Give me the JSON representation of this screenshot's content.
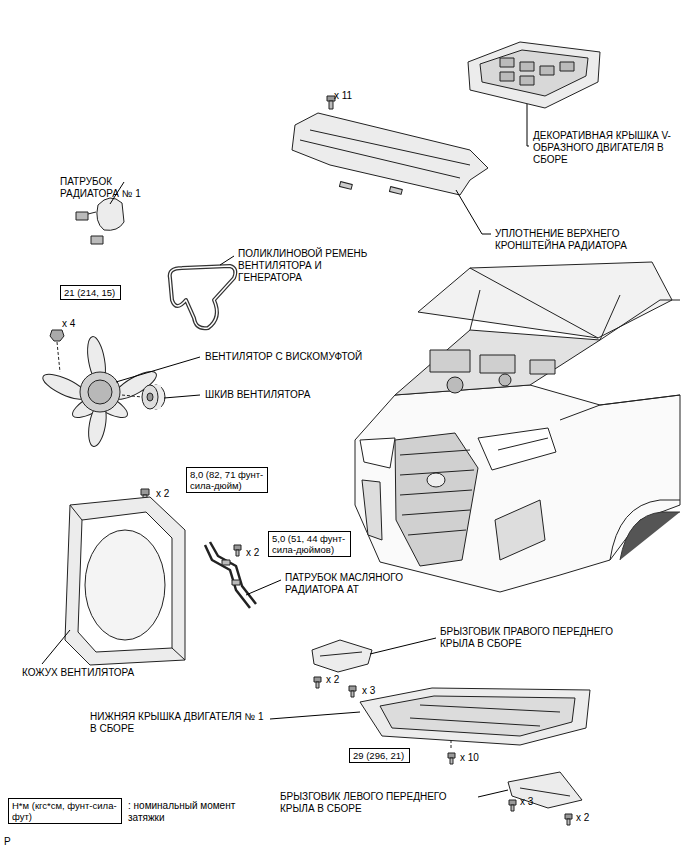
{
  "diagram": {
    "nodes": [
      {
        "text": [
          "21 (214, 15)"
        ]
      },
      {
        "text": [
          "8,0 (82, 71 фунт-сила-дюйм)"
        ]
      },
      {
        "text": [
          "5,0 (51, 44 фунт-сила-дюймов)"
        ]
      },
      {
        "text": [
          "29 (296, 21)"
        ]
      },
      {
        "text": [
          "Н*м (кгс*см, фунт-сила-фут)"
        ]
      }
    ],
    "labels": [
      "x 11",
      "ДЕКОРАТИВНАЯ КРЫШКА V-ОБРАЗНОГО ДВИГАТЕЛЯ В СБОРЕ",
      "ПАТРУБОК РАДИАТОРА № 1",
      "УПЛОТНЕНИЕ ВЕРХНЕГО КРОНШТЕЙНА РАДИАТОРА",
      "ПОЛИКЛИНОВОЙ РЕМЕНЬ ВЕНТИЛЯТОРА И ГЕНЕРАТОРА",
      "x 4",
      "ВЕНТИЛЯТОР С ВИСКОМУФТОЙ",
      "ШКИВ ВЕНТИЛЯТОРА",
      "x 2",
      "x 2",
      "ПАТРУБОК МАСЛЯНОГО РАДИАТОРА АТ",
      "КОЖУХ ВЕНТИЛЯТОРА",
      "БРЫЗГОВИК ПРАВОГО ПЕРЕДНЕГО КРЫЛА В СБОРЕ",
      "x 2",
      "x 3",
      "НИЖНЯЯ КРЫШКА ДВИГАТЕЛЯ № 1 В СБОРЕ",
      "x 10",
      "БРЫЗГОВИК ЛЕВОГО ПЕРЕДНЕГО КРЫЛА В СБОРЕ",
      "x 3",
      "x 2",
      ": номинальный момент затяжки",
      "P"
    ]
  }
}
